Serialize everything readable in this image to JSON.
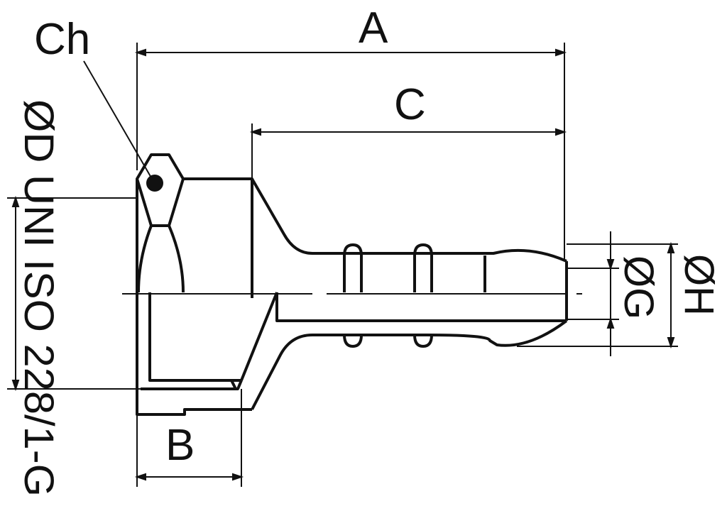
{
  "drawing": {
    "labels": {
      "chamfer": "Ch",
      "overall_length": "A",
      "tail_length": "C",
      "nut_length": "B",
      "thread_spec": "ØD UNI ISO 228/1-G",
      "inner_diameter": "ØG",
      "outer_diameter": "ØH"
    },
    "colors": {
      "line": "#111111",
      "background": "#ffffff"
    }
  }
}
